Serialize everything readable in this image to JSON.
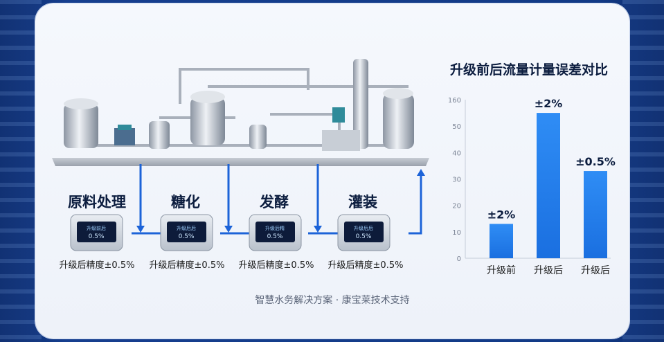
{
  "stages": [
    {
      "label": "原料处理",
      "caption": "升级后精度±0.5%",
      "screen": "升级前后",
      "reading": "0.5%"
    },
    {
      "label": "糖化",
      "caption": "升级后精度±0.5%",
      "screen": "升级后后",
      "reading": "0.5%"
    },
    {
      "label": "发酵",
      "caption": "升级后精度±0.5%",
      "screen": "升级后精",
      "reading": "0.5%"
    },
    {
      "label": "灌装",
      "caption": "升级后精度±0.5%",
      "screen": "升级后后",
      "reading": "0.5%"
    }
  ],
  "footer": "智慧水务解决方案 · 康宝莱技术支持",
  "chart_data": {
    "type": "bar",
    "title": "升级前后流量计量误差对比",
    "categories": [
      "升级前",
      "升级后",
      "升级后"
    ],
    "values": [
      13,
      55,
      33
    ],
    "data_labels": [
      "±2%",
      "±2%",
      "±0.5%"
    ],
    "yticks": [
      0,
      10,
      20,
      30,
      40,
      50,
      160
    ],
    "ylim": [
      0,
      60
    ],
    "colors": {
      "bar_top": "#2f8df5",
      "bar_bottom": "#1a6fe0"
    }
  },
  "colors": {
    "flow_line": "#1c63d8",
    "card_bg": "#f2f5fb"
  }
}
